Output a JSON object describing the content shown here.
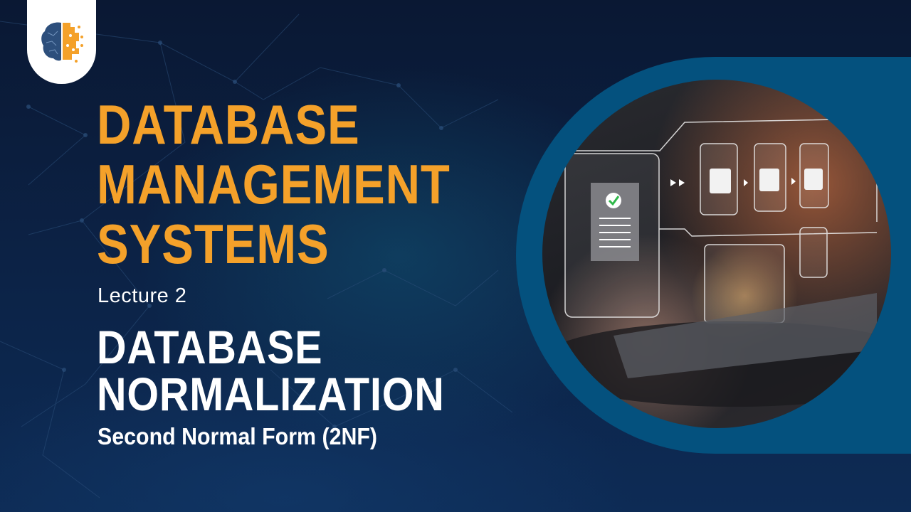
{
  "logo": {
    "icon": "brain-circuit-icon",
    "colors": {
      "left": "#2d4f7c",
      "right": "#f4a12a"
    }
  },
  "title": {
    "line1": "DATABASE",
    "line2": "MANAGEMENT",
    "line3": "SYSTEMS",
    "color": "#f4a12a"
  },
  "lecture": {
    "label": "Lecture 2"
  },
  "topic": {
    "line1": "DATABASE",
    "line2": "NORMALIZATION",
    "subtitle": "Second Normal Form (2NF)"
  },
  "hero_image": {
    "description": "hands typing on laptop with holographic file/folder UI overlay",
    "panel_color": "#04517e"
  },
  "background": {
    "base": "#0a1a36",
    "pattern": "network-nodes and hexagons"
  }
}
